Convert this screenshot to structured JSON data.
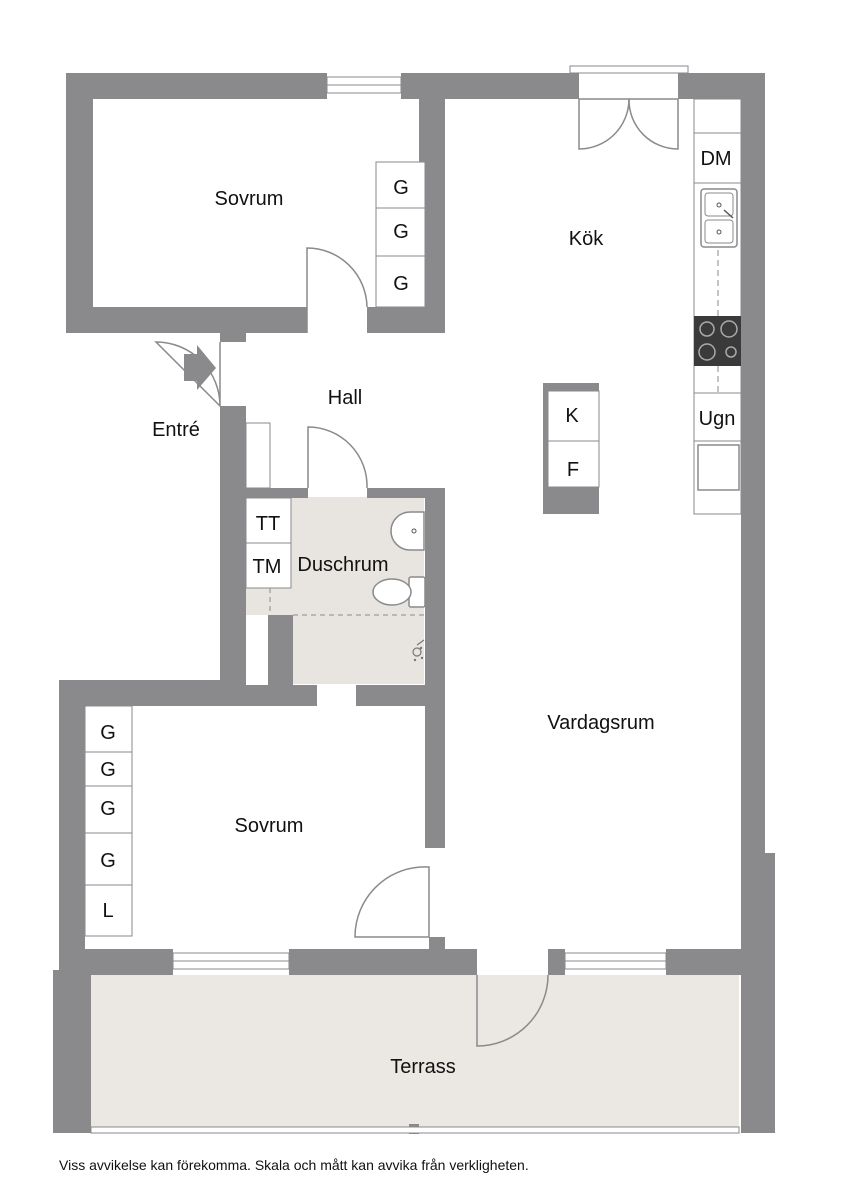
{
  "colors": {
    "wall": "#8a8a8c",
    "floor_tiled": "#e8e5e0",
    "floor_terrace": "#ebe8e4",
    "line": "#8a8a8c"
  },
  "rooms": {
    "bedroom_top": "Sovrum",
    "kitchen": "Kök",
    "hall": "Hall",
    "entrance": "Entré",
    "shower_room": "Duschrum",
    "living_room": "Vardagsrum",
    "bedroom_bottom": "Sovrum",
    "terrace": "Terrass"
  },
  "fixtures": {
    "wardrobe_top": [
      "G",
      "G",
      "G"
    ],
    "wardrobe_bottom": [
      "G",
      "G",
      "G",
      "G",
      "L"
    ],
    "dishwasher": "DM",
    "oven": "Ugn",
    "fridge": "K",
    "freezer": "F",
    "dryer": "TT",
    "washer": "TM"
  },
  "icons": {
    "entry": "entry-arrow-icon",
    "sink": "sink-icon",
    "stove": "stove-icon",
    "toilet": "toilet-icon",
    "basin": "basin-icon",
    "shower": "shower-icon"
  },
  "disclaimer": "Viss avvikelse kan förekomma. Skala och mått kan avvika från verkligheten."
}
